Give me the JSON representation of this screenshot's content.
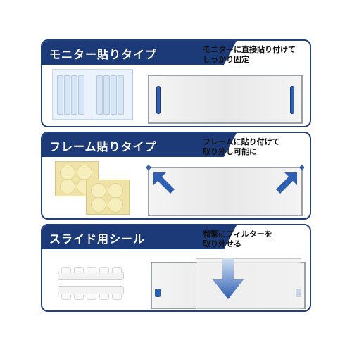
{
  "panels": [
    {
      "title": "モニター貼りタイプ",
      "desc": [
        "モニターに直接貼り付けて",
        "しっかり固定"
      ]
    },
    {
      "title": "フレーム貼りタイプ",
      "desc": [
        "フレームに貼り付けて",
        "取り外し可能に"
      ]
    },
    {
      "title": "スライド用シール",
      "desc": [
        "頻繁にフィルターを",
        "取り外せる"
      ]
    }
  ],
  "colors": {
    "navy": "#1d3a78",
    "accent": "#2f5fb0",
    "pad": "#efe3a8"
  }
}
